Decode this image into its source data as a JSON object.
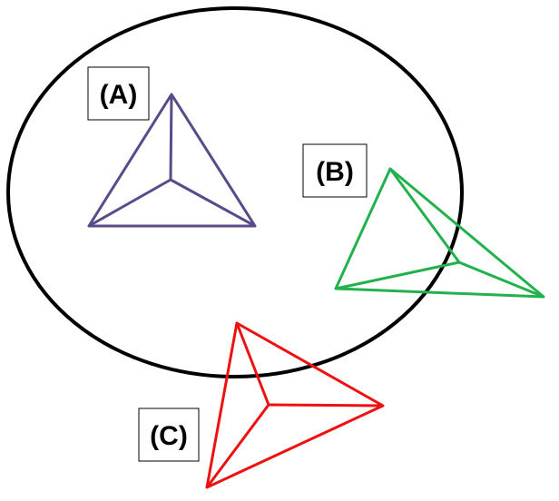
{
  "labels": {
    "a": "(A)",
    "b": "(B)",
    "c": "(C)"
  },
  "colors": {
    "ellipse": "#000000",
    "shape_a": "#5b4a8a",
    "shape_b": "#22b14c",
    "shape_c": "#ee1111",
    "label_border": "#000000"
  }
}
